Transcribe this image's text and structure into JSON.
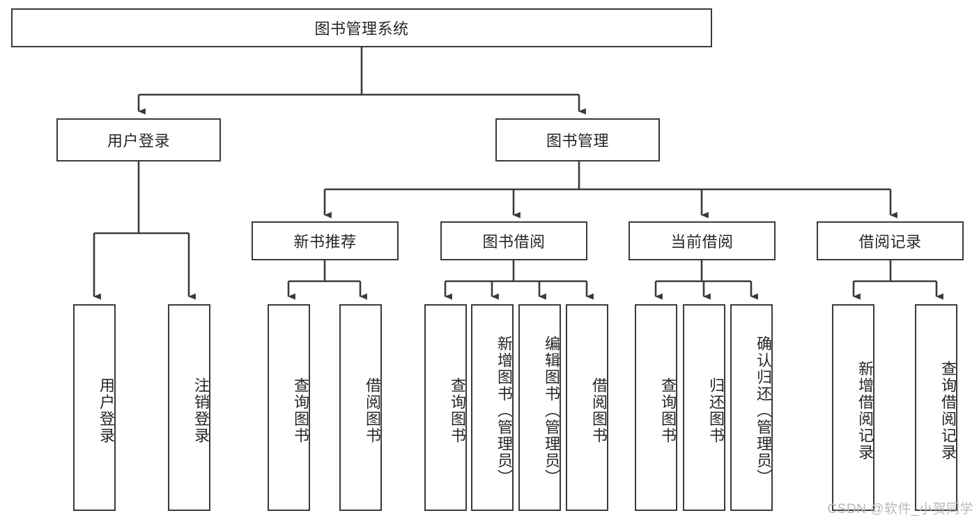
{
  "diagram": {
    "title": "图书管理系统",
    "type": "tree-hierarchy-diagram",
    "colors": {
      "node_border": "#3a3a3a",
      "node_fill": "#ffffff",
      "edge": "#3a3a3a",
      "text": "#262626",
      "watermark": "#b9b9b9"
    },
    "root": {
      "label": "图书管理系统",
      "orientation": "horizontal"
    },
    "level2": [
      {
        "label": "用户登录",
        "orientation": "horizontal"
      },
      {
        "label": "图书管理",
        "orientation": "horizontal"
      }
    ],
    "level3": [
      {
        "label": "新书推荐",
        "orientation": "horizontal"
      },
      {
        "label": "图书借阅",
        "orientation": "horizontal"
      },
      {
        "label": "当前借阅",
        "orientation": "horizontal"
      },
      {
        "label": "借阅记录",
        "orientation": "horizontal"
      }
    ],
    "leaves": {
      "user_login": [
        {
          "label": "用户登录"
        },
        {
          "label": "注销登录"
        }
      ],
      "new_book_recommend": [
        {
          "label": "查询图书"
        },
        {
          "label": "借阅图书"
        }
      ],
      "book_borrow": [
        {
          "label": "查询图书"
        },
        {
          "label": "新增图书（管理员）"
        },
        {
          "label": "编辑图书（管理员）"
        },
        {
          "label": "借阅图书"
        }
      ],
      "current_borrow": [
        {
          "label": "查询图书"
        },
        {
          "label": "归还图书"
        },
        {
          "label": "确认归还（管理员）"
        }
      ],
      "borrow_record": [
        {
          "label": "新增借阅记录"
        },
        {
          "label": "查询借阅记录"
        }
      ]
    }
  },
  "watermark": {
    "text": "CSDN @软件_小贺同学"
  }
}
